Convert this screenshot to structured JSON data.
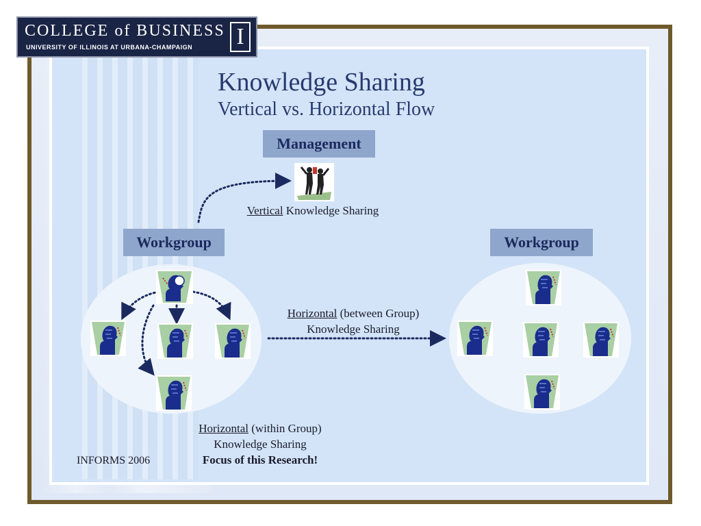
{
  "logo": {
    "main": "COLLEGE of BUSINESS",
    "sub": "UNIVERSITY OF ILLINOIS AT URBANA-CHAMPAIGN",
    "mark": "I"
  },
  "slide": {
    "title": "Knowledge Sharing",
    "subtitle": "Vertical vs. Horizontal Flow",
    "management_label": "Management",
    "workgroup_left_label": "Workgroup",
    "workgroup_right_label": "Workgroup",
    "vertical_caption": {
      "underlined": "Vertical",
      "rest": " Knowledge Sharing"
    },
    "between_caption": {
      "underlined": "Horizontal",
      "rest": " (between Group)",
      "line2": "Knowledge Sharing"
    },
    "within_caption": {
      "underlined": "Horizontal",
      "rest": " (within Group)",
      "line2": "Knowledge Sharing",
      "line3": "Focus of this Research!"
    },
    "footer": "INFORMS 2006"
  },
  "colors": {
    "accent": "#283a6e",
    "label_box": "#8fa6cc",
    "frame": "#6e5a2a",
    "arrow": "#1b2a5e"
  },
  "icons": {
    "management": "business-people-icon",
    "member": "person-head-icon",
    "leader": "person-head-idea-icon"
  }
}
